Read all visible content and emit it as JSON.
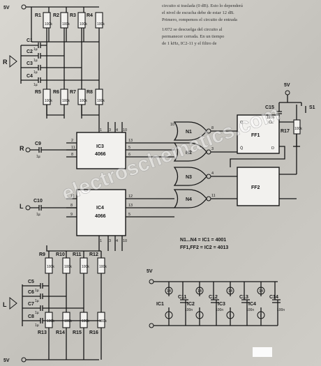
{
  "prose": [
    "circuito si traslada (0 dB). Esto lo dependerá",
    "el nivel de escucha debe de estar 12 dB.",
    "Primero, rompemos el circuito de entrada",
    "1/072 se descuelga del circuito al ",
    "permanecer cerrada. En un tiempo",
    "de 1 kHz, IC2-11 y el filtro de "
  ],
  "labels": {
    "supply_top": "5V",
    "supply_bottom": "5V",
    "supply_right": "5V",
    "supply_decoupling": "5V",
    "out_r": "R",
    "out_l": "L",
    "in_r": "R",
    "in_l": "L"
  },
  "refs": {
    "R1": "R1",
    "R2": "R2",
    "R3": "R3",
    "R4": "R4",
    "R5": "R5",
    "R6": "R6",
    "R7": "R7",
    "R8": "R8",
    "R9": "R9",
    "R10": "R10",
    "R11": "R11",
    "R12": "R12",
    "R13": "R13",
    "R14": "R14",
    "R15": "R15",
    "R16": "R16",
    "R17": "R17",
    "C1": "C1",
    "C2": "C2",
    "C3": "C3",
    "C4": "C4",
    "C5": "C5",
    "C6": "C6",
    "C7": "C7",
    "C8": "C8",
    "C9": "C9",
    "C10": "C10",
    "C11": "C11",
    "C12": "C12",
    "C13": "C13",
    "C14": "C14",
    "C15": "C15",
    "IC1": "IC1",
    "IC2": "IC2",
    "IC3": "IC3",
    "IC4": "IC4",
    "N1": "N1",
    "N2": "N2",
    "N3": "N3",
    "N4": "N4",
    "FF1": "FF1",
    "FF2": "FF2",
    "S1": "S1"
  },
  "values": {
    "R1": "100k",
    "R2": "100k",
    "R3": "100k",
    "R4": "100k",
    "R5": "100k",
    "R6": "100k",
    "R7": "100k",
    "R8": "100k",
    "R9": "100k",
    "R10": "100k",
    "R11": "100k",
    "R12": "100k",
    "R13": "100k",
    "R14": "100k",
    "R15": "100k",
    "R16": "100k",
    "R17": "100k",
    "C1": "1µ",
    "C2": "1µ",
    "C3": "1µ",
    "C4": "1µ",
    "C5": "1µ",
    "C6": "1µ",
    "C7": "1µ",
    "C8": "1µ",
    "C9": "1µ",
    "C10": "1µ",
    "C11": "100n",
    "C12": "100n",
    "C13": "100n",
    "C14": "100n",
    "C15": "100n"
  },
  "parts": {
    "IC3": "4066",
    "IC4": "4066"
  },
  "pins": {
    "ic3_top": [
      "1",
      "3",
      "4",
      "10"
    ],
    "ic3_left": [
      "2",
      "11",
      "8"
    ],
    "ic3_right": [
      "13",
      "5",
      "6"
    ],
    "ic4_left": [
      "11",
      "8",
      "9"
    ],
    "ic4_right": [
      "12",
      "13",
      "5"
    ],
    "ic4_bottom": [
      "1",
      "3",
      "4",
      "10"
    ],
    "n1": [
      "10",
      "8"
    ],
    "n2": [
      "3"
    ],
    "n3": [
      "4"
    ],
    "n4": [
      "11"
    ],
    "ff_q": "Q",
    "ff_cl": "CL",
    "ff_qbar": "Q̄",
    "ff_d": "D",
    "vdd": "14",
    "vss": "7"
  },
  "notes": [
    "N1...N4 = IC1 = 4001",
    "FF1,FF2 = IC2 = 4013"
  ],
  "watermark": "electroschematics.com"
}
